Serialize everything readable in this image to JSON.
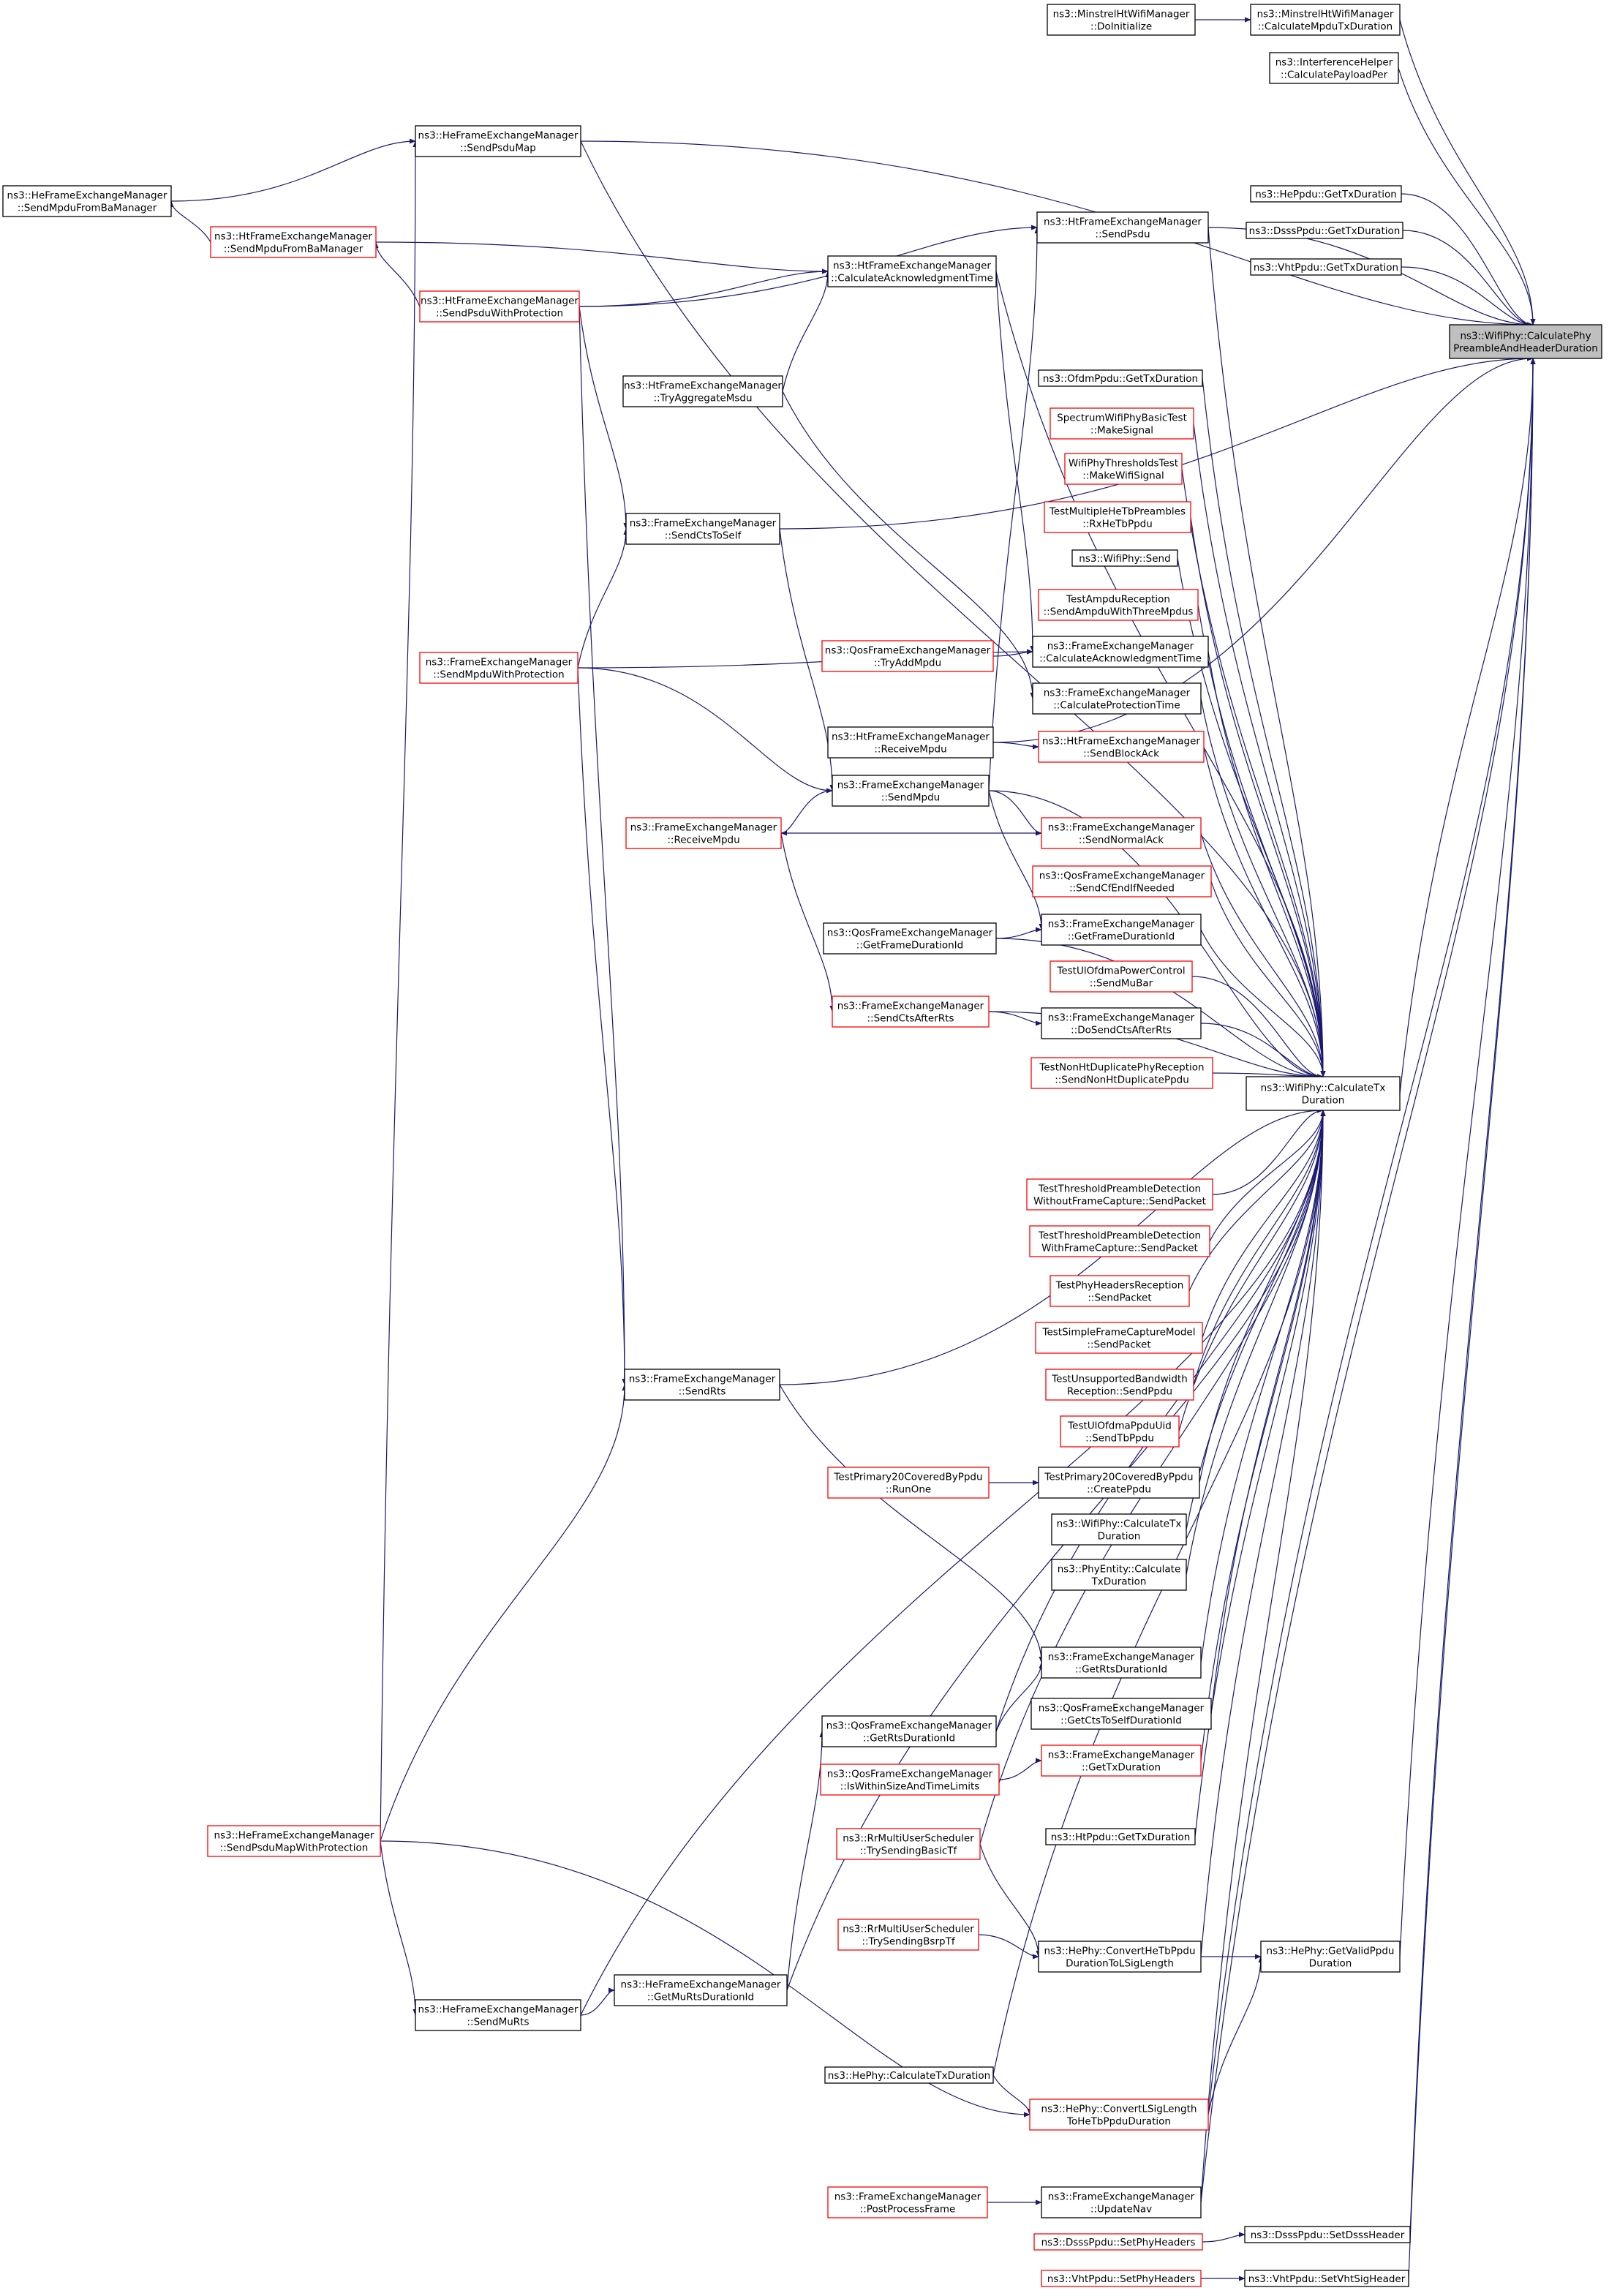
{
  "colors": {
    "edge": "#191970",
    "node_border_normal": "#000000",
    "node_border_undocumented": "#ff0000",
    "root_fill": "#bfbfbf",
    "node_fill": "#ffffff"
  },
  "nodes": {
    "root": {
      "lines": [
        "ns3::WifiPhy::CalculatePhy",
        "PreambleAndHeaderDuration"
      ],
      "kind": "root"
    },
    "calctx": {
      "lines": [
        "ns3::WifiPhy::CalculateTx",
        "Duration"
      ],
      "kind": "normal"
    },
    "minstrel_mpdu": {
      "lines": [
        "ns3::MinstrelHtWifiManager",
        "::CalculateMpduTxDuration"
      ],
      "kind": "normal"
    },
    "minstrel_init": {
      "lines": [
        "ns3::MinstrelHtWifiManager",
        "::DoInitialize"
      ],
      "kind": "normal"
    },
    "interf": {
      "lines": [
        "ns3::InterferenceHelper",
        "::CalculatePayloadPer"
      ],
      "kind": "normal"
    },
    "heppdu_gettx": {
      "lines": [
        "ns3::HePpdu::GetTxDuration"
      ],
      "kind": "normal"
    },
    "dsssppdu_gettx": {
      "lines": [
        "ns3::DsssPpdu::GetTxDuration"
      ],
      "kind": "normal"
    },
    "vhtppdu_gettx": {
      "lines": [
        "ns3::VhtPpdu::GetTxDuration"
      ],
      "kind": "normal"
    },
    "he_sendpsdumap": {
      "lines": [
        "ns3::HeFrameExchangeManager",
        "::SendPsduMap"
      ],
      "kind": "normal"
    },
    "he_sendmpdufromba": {
      "lines": [
        "ns3::HeFrameExchangeManager",
        "::SendMpduFromBaManager"
      ],
      "kind": "normal"
    },
    "ht_sendmpdufromba": {
      "lines": [
        "ns3::HtFrameExchangeManager",
        "::SendMpduFromBaManager"
      ],
      "kind": "red"
    },
    "ht_sendpsdu": {
      "lines": [
        "ns3::HtFrameExchangeManager",
        "::SendPsdu"
      ],
      "kind": "normal"
    },
    "ht_calcack": {
      "lines": [
        "ns3::HtFrameExchangeManager",
        "::CalculateAcknowledgmentTime"
      ],
      "kind": "normal"
    },
    "ht_sendpsduwithprot": {
      "lines": [
        "ns3::HtFrameExchangeManager",
        "::SendPsduWithProtection"
      ],
      "kind": "red"
    },
    "ht_tryaggmsdu": {
      "lines": [
        "ns3::HtFrameExchangeManager",
        "::TryAggregateMsdu"
      ],
      "kind": "normal"
    },
    "ofdm_gettx": {
      "lines": [
        "ns3::OfdmPpdu::GetTxDuration"
      ],
      "kind": "normal"
    },
    "spectrum_makesignal": {
      "lines": [
        "SpectrumWifiPhyBasicTest",
        "::MakeSignal"
      ],
      "kind": "red"
    },
    "thresholds_makesignal": {
      "lines": [
        "WifiPhyThresholdsTest",
        "::MakeWifiSignal"
      ],
      "kind": "red"
    },
    "multihetb_rx": {
      "lines": [
        "TestMultipleHeTbPreambles",
        "::RxHeTbPpdu"
      ],
      "kind": "red"
    },
    "wifiphy_send": {
      "lines": [
        "ns3::WifiPhy::Send"
      ],
      "kind": "normal"
    },
    "ampdu_sendthree": {
      "lines": [
        "TestAmpduReception",
        "::SendAmpduWithThreeMpdus"
      ],
      "kind": "red"
    },
    "fem_sendctstoself": {
      "lines": [
        "ns3::FrameExchangeManager",
        "::SendCtsToSelf"
      ],
      "kind": "normal"
    },
    "fem_sendmpduwithprot": {
      "lines": [
        "ns3::FrameExchangeManager",
        "::SendMpduWithProtection"
      ],
      "kind": "red"
    },
    "qos_tryaddmpdu": {
      "lines": [
        "ns3::QosFrameExchangeManager",
        "::TryAddMpdu"
      ],
      "kind": "red"
    },
    "fem_calcack": {
      "lines": [
        "ns3::FrameExchangeManager",
        "::CalculateAcknowledgmentTime"
      ],
      "kind": "normal"
    },
    "fem_calcprot": {
      "lines": [
        "ns3::FrameExchangeManager",
        "::CalculateProtectionTime"
      ],
      "kind": "normal"
    },
    "ht_receivempdu": {
      "lines": [
        "ns3::HtFrameExchangeManager",
        "::ReceiveMpdu"
      ],
      "kind": "normal"
    },
    "ht_sendblockack": {
      "lines": [
        "ns3::HtFrameExchangeManager",
        "::SendBlockAck"
      ],
      "kind": "red"
    },
    "fem_sendmpdu": {
      "lines": [
        "ns3::FrameExchangeManager",
        "::SendMpdu"
      ],
      "kind": "normal"
    },
    "fem_receivempdu": {
      "lines": [
        "ns3::FrameExchangeManager",
        "::ReceiveMpdu"
      ],
      "kind": "red"
    },
    "fem_sendnormalack": {
      "lines": [
        "ns3::FrameExchangeManager",
        "::SendNormalAck"
      ],
      "kind": "red"
    },
    "qos_sendcfend": {
      "lines": [
        "ns3::QosFrameExchangeManager",
        "::SendCfEndIfNeeded"
      ],
      "kind": "red"
    },
    "qos_getframedur": {
      "lines": [
        "ns3::QosFrameExchangeManager",
        "::GetFrameDurationId"
      ],
      "kind": "normal"
    },
    "fem_getframedur": {
      "lines": [
        "ns3::FrameExchangeManager",
        "::GetFrameDurationId"
      ],
      "kind": "normal"
    },
    "ulofdma_sendmubar": {
      "lines": [
        "TestUlOfdmaPowerControl",
        "::SendMuBar"
      ],
      "kind": "red"
    },
    "fem_sendctsafterrts": {
      "lines": [
        "ns3::FrameExchangeManager",
        "::SendCtsAfterRts"
      ],
      "kind": "red"
    },
    "fem_dosendctsafterrts": {
      "lines": [
        "ns3::FrameExchangeManager",
        "::DoSendCtsAfterRts"
      ],
      "kind": "normal"
    },
    "nonht_send": {
      "lines": [
        "TestNonHtDuplicatePhyReception",
        "::SendNonHtDuplicatePpdu"
      ],
      "kind": "red"
    },
    "thr_without": {
      "lines": [
        "TestThresholdPreambleDetection",
        "WithoutFrameCapture::SendPacket"
      ],
      "kind": "red"
    },
    "thr_with": {
      "lines": [
        "TestThresholdPreambleDetection",
        "WithFrameCapture::SendPacket"
      ],
      "kind": "red"
    },
    "phyheaders_send": {
      "lines": [
        "TestPhyHeadersReception",
        "::SendPacket"
      ],
      "kind": "red"
    },
    "simplecapture_send": {
      "lines": [
        "TestSimpleFrameCaptureModel",
        "::SendPacket"
      ],
      "kind": "red"
    },
    "unsupbw_send": {
      "lines": [
        "TestUnsupportedBandwidth",
        "Reception::SendPpdu"
      ],
      "kind": "red"
    },
    "ulofdmauid_send": {
      "lines": [
        "TestUlOfdmaPpduUid",
        "::SendTbPpdu"
      ],
      "kind": "red"
    },
    "fem_sendrts": {
      "lines": [
        "ns3::FrameExchangeManager",
        "::SendRts"
      ],
      "kind": "normal"
    },
    "p20_runone": {
      "lines": [
        "TestPrimary20CoveredByPpdu",
        "::RunOne"
      ],
      "kind": "red"
    },
    "p20_createppdu": {
      "lines": [
        "TestPrimary20CoveredByPpdu",
        "::CreatePpdu"
      ],
      "kind": "normal"
    },
    "wifiphy_calctx2": {
      "lines": [
        "ns3::WifiPhy::CalculateTx",
        "Duration"
      ],
      "kind": "normal"
    },
    "phyentity_calctx": {
      "lines": [
        "ns3::PhyEntity::Calculate",
        "TxDuration"
      ],
      "kind": "normal"
    },
    "fem_getrtsdur": {
      "lines": [
        "ns3::FrameExchangeManager",
        "::GetRtsDurationId"
      ],
      "kind": "normal"
    },
    "qos_getrtsdur": {
      "lines": [
        "ns3::QosFrameExchangeManager",
        "::GetRtsDurationId"
      ],
      "kind": "normal"
    },
    "qos_getctstoselfdur": {
      "lines": [
        "ns3::QosFrameExchangeManager",
        "::GetCtsToSelfDurationId"
      ],
      "kind": "normal"
    },
    "qos_iswithin": {
      "lines": [
        "ns3::QosFrameExchangeManager",
        "::IsWithinSizeAndTimeLimits"
      ],
      "kind": "red"
    },
    "fem_gettxdur": {
      "lines": [
        "ns3::FrameExchangeManager",
        "::GetTxDuration"
      ],
      "kind": "red"
    },
    "he_sendpsdumapwithprot": {
      "lines": [
        "ns3::HeFrameExchangeManager",
        "::SendPsduMapWithProtection"
      ],
      "kind": "red"
    },
    "htppdu_gettx": {
      "lines": [
        "ns3::HtPpdu::GetTxDuration"
      ],
      "kind": "normal"
    },
    "rr_basictf": {
      "lines": [
        "ns3::RrMultiUserScheduler",
        "::TrySendingBasicTf"
      ],
      "kind": "red"
    },
    "rr_bsrptf": {
      "lines": [
        "ns3::RrMultiUserScheduler",
        "::TrySendingBsrpTf"
      ],
      "kind": "red"
    },
    "hephy_convhetb": {
      "lines": [
        "ns3::HePhy::ConvertHeTbPpdu",
        "DurationToLSigLength"
      ],
      "kind": "normal"
    },
    "hephy_getvalid": {
      "lines": [
        "ns3::HePhy::GetValidPpdu",
        "Duration"
      ],
      "kind": "normal"
    },
    "he_sendmurts": {
      "lines": [
        "ns3::HeFrameExchangeManager",
        "::SendMuRts"
      ],
      "kind": "normal"
    },
    "he_getmurtsdur": {
      "lines": [
        "ns3::HeFrameExchangeManager",
        "::GetMuRtsDurationId"
      ],
      "kind": "normal"
    },
    "hephy_calctx": {
      "lines": [
        "ns3::HePhy::CalculateTxDuration"
      ],
      "kind": "normal"
    },
    "hephy_convlsig": {
      "lines": [
        "ns3::HePhy::ConvertLSigLength",
        "ToHeTbPpduDuration"
      ],
      "kind": "red"
    },
    "fem_postprocess": {
      "lines": [
        "ns3::FrameExchangeManager",
        "::PostProcessFrame"
      ],
      "kind": "red"
    },
    "fem_updatenav": {
      "lines": [
        "ns3::FrameExchangeManager",
        "::UpdateNav"
      ],
      "kind": "normal"
    },
    "dsss_setphy": {
      "lines": [
        "ns3::DsssPpdu::SetPhyHeaders"
      ],
      "kind": "red"
    },
    "dsss_setdsss": {
      "lines": [
        "ns3::DsssPpdu::SetDsssHeader"
      ],
      "kind": "normal"
    },
    "vht_setphy": {
      "lines": [
        "ns3::VhtPpdu::SetPhyHeaders"
      ],
      "kind": "red"
    },
    "vht_setvhtsig": {
      "lines": [
        "ns3::VhtPpdu::SetVhtSigHeader"
      ],
      "kind": "normal"
    }
  }
}
